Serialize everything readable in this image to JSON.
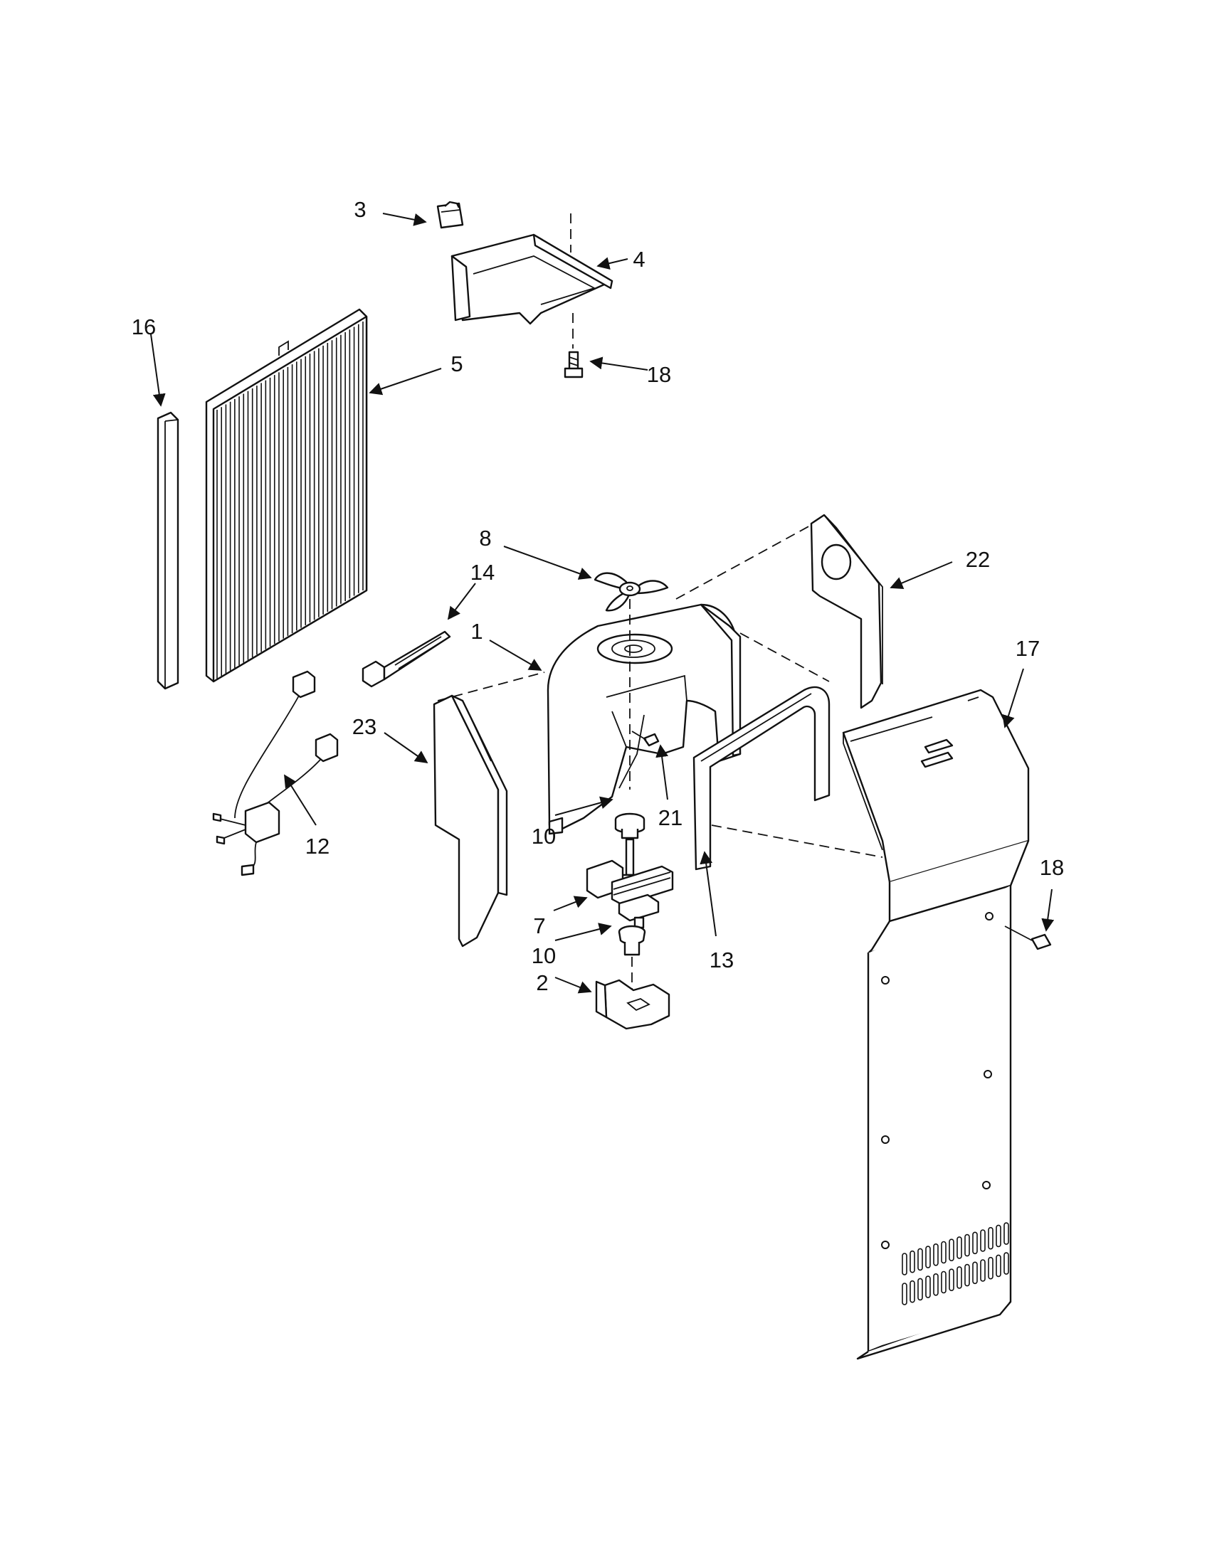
{
  "diagram": {
    "callouts": [
      {
        "id": "c3",
        "text": "3"
      },
      {
        "id": "c4",
        "text": "4"
      },
      {
        "id": "c16",
        "text": "16"
      },
      {
        "id": "c5",
        "text": "5"
      },
      {
        "id": "c18a",
        "text": "18"
      },
      {
        "id": "c8",
        "text": "8"
      },
      {
        "id": "c14",
        "text": "14"
      },
      {
        "id": "c1",
        "text": "1"
      },
      {
        "id": "c22",
        "text": "22"
      },
      {
        "id": "c17",
        "text": "17"
      },
      {
        "id": "c23",
        "text": "23"
      },
      {
        "id": "c12",
        "text": "12"
      },
      {
        "id": "c10a",
        "text": "10"
      },
      {
        "id": "c21",
        "text": "21"
      },
      {
        "id": "c18b",
        "text": "18"
      },
      {
        "id": "c7",
        "text": "7"
      },
      {
        "id": "c10b",
        "text": "10"
      },
      {
        "id": "c13",
        "text": "13"
      },
      {
        "id": "c2",
        "text": "2"
      }
    ]
  }
}
